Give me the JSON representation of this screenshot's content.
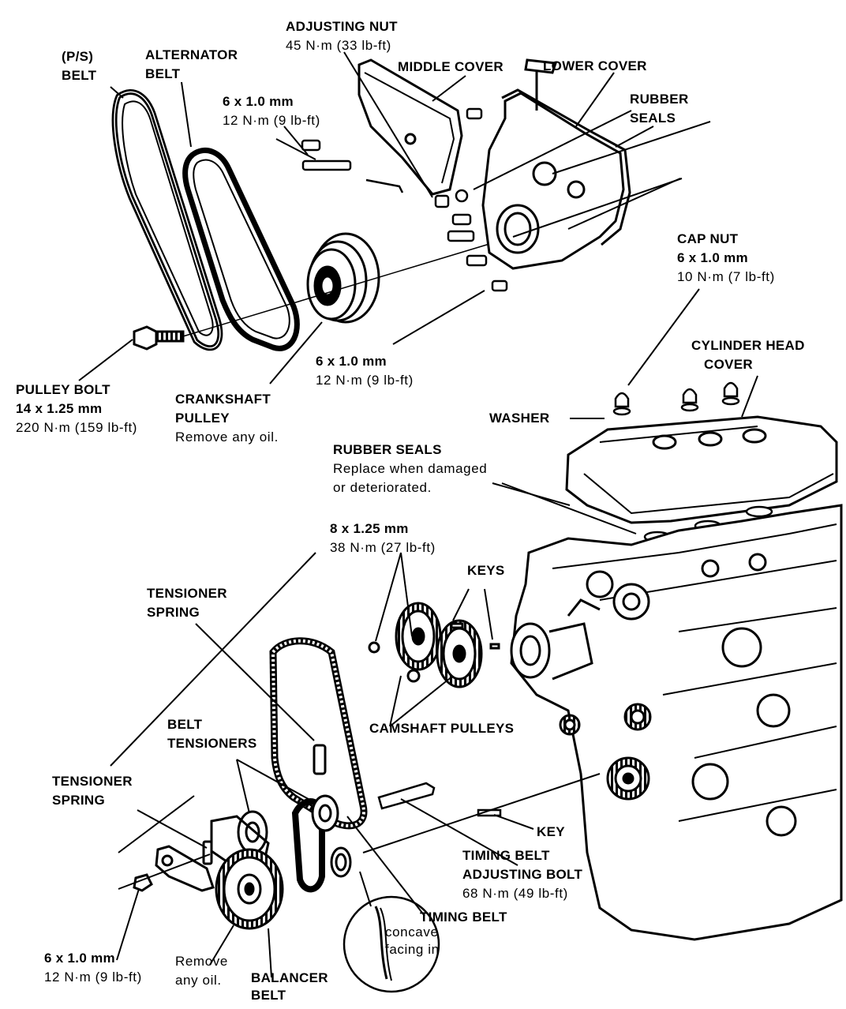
{
  "labels": {
    "adjusting_nut": {
      "title": "ADJUSTING NUT",
      "spec": "45 N·m (33 lb-ft)"
    },
    "middle_cover": "MIDDLE COVER",
    "lower_cover": "LOWER COVER",
    "rubber_seals_top": {
      "line1": "RUBBER",
      "line2": "SEALS"
    },
    "ps_belt": {
      "line1": "(P/S)",
      "line2": "BELT"
    },
    "alternator_belt": {
      "line1": "ALTERNATOR",
      "line2": "BELT"
    },
    "cover_bolt": {
      "size": "6 x 1.0 mm",
      "torque": "12 N·m (9 lb-ft)"
    },
    "cap_nut": {
      "title": "CAP NUT",
      "size": "6 x 1.0 mm",
      "torque": "10 N·m (7 lb-ft)"
    },
    "cylinder_head_cover": {
      "line1": "CYLINDER HEAD",
      "line2": "COVER"
    },
    "lower_cover_bolt": {
      "size": "6 x 1.0 mm",
      "torque": "12 N·m (9 lb-ft)"
    },
    "pulley_bolt": {
      "title": "PULLEY BOLT",
      "size": "14 x 1.25 mm",
      "torque": "220 N·m (159 lb-ft)"
    },
    "crankshaft_pulley": {
      "line1": "CRANKSHAFT",
      "line2": "PULLEY",
      "note": "Remove any oil."
    },
    "washer": "WASHER",
    "rubber_seals_head": {
      "title": "RUBBER SEALS",
      "note1": "Replace when damaged",
      "note2": "or deteriorated."
    },
    "cam_bolt": {
      "size": "8 x 1.25 mm",
      "torque": "38 N·m (27 lb-ft)"
    },
    "keys": "KEYS",
    "tensioner_spring_top": {
      "line1": "TENSIONER",
      "line2": "SPRING"
    },
    "belt_tensioners": {
      "line1": "BELT",
      "line2": "TENSIONERS"
    },
    "camshaft_pulleys": "CAMSHAFT PULLEYS",
    "tensioner_spring_bottom": {
      "line1": "TENSIONER",
      "line2": "SPRING"
    },
    "key": "KEY",
    "timing_belt_adjusting_bolt": {
      "line1": "TIMING BELT",
      "line2": "ADJUSTING BOLT",
      "torque": "68 N·m (49 lb-ft)"
    },
    "timing_belt": "TIMING BELT",
    "concave_note": {
      "line1": "concave",
      "line2": "facing in"
    },
    "tensioner_bolt": {
      "size": "6 x 1.0 mm",
      "torque": "12 N·m (9 lb-ft)"
    },
    "remove_oil": {
      "line1": "Remove",
      "line2": "any oil."
    },
    "balancer_belt": {
      "line1": "BALANCER",
      "line2": "BELT"
    }
  }
}
